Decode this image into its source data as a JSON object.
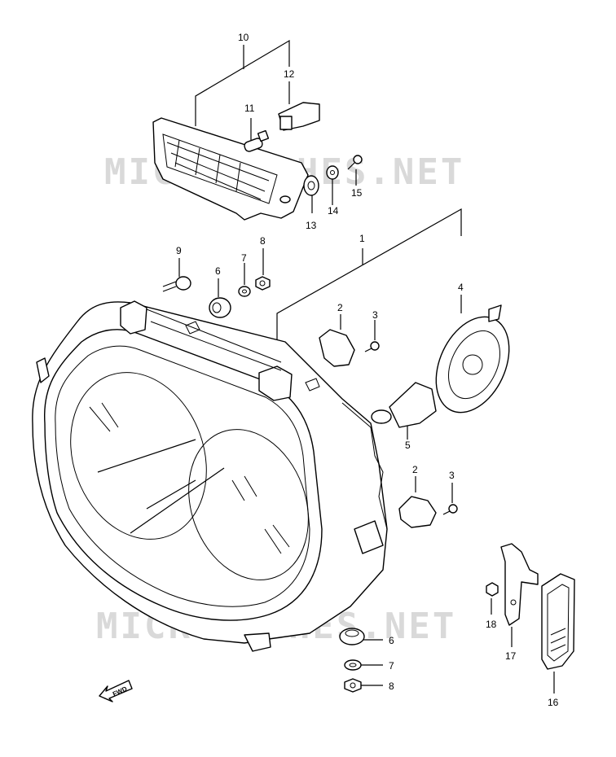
{
  "watermark": "MICROFICHES.NET",
  "fwd_label": "FWD",
  "callouts": [
    {
      "id": "c10",
      "text": "10"
    },
    {
      "id": "c12",
      "text": "12"
    },
    {
      "id": "c11",
      "text": "11"
    },
    {
      "id": "c15",
      "text": "15"
    },
    {
      "id": "c13",
      "text": "13"
    },
    {
      "id": "c14",
      "text": "14"
    },
    {
      "id": "c1",
      "text": "1"
    },
    {
      "id": "c9",
      "text": "9"
    },
    {
      "id": "c6a",
      "text": "6"
    },
    {
      "id": "c7a",
      "text": "7"
    },
    {
      "id": "c8a",
      "text": "8"
    },
    {
      "id": "c4",
      "text": "4"
    },
    {
      "id": "c2a",
      "text": "2"
    },
    {
      "id": "c3a",
      "text": "3"
    },
    {
      "id": "c5",
      "text": "5"
    },
    {
      "id": "c2b",
      "text": "2"
    },
    {
      "id": "c3b",
      "text": "3"
    },
    {
      "id": "c18",
      "text": "18"
    },
    {
      "id": "c17",
      "text": "17"
    },
    {
      "id": "c16",
      "text": "16"
    },
    {
      "id": "c6b",
      "text": "6"
    },
    {
      "id": "c7b",
      "text": "7"
    },
    {
      "id": "c8b",
      "text": "8"
    }
  ]
}
